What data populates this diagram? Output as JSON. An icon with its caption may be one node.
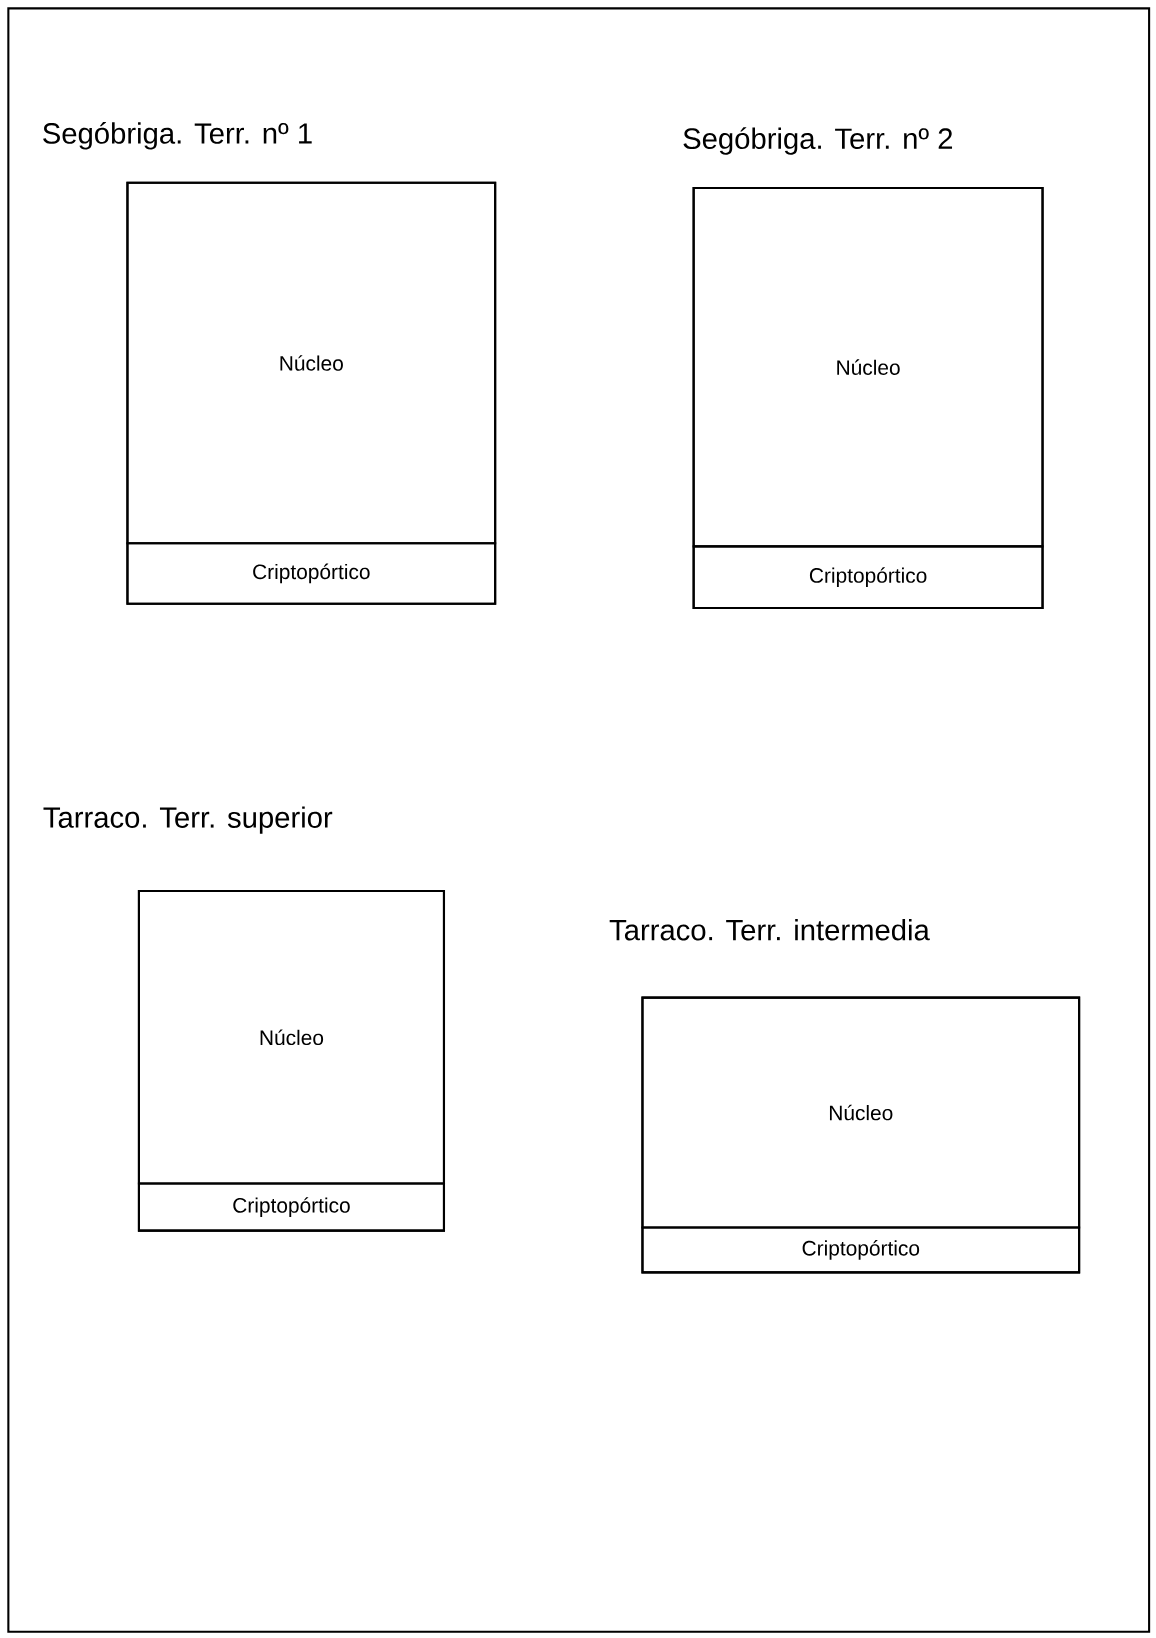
{
  "diagram": {
    "nodes": [
      {
        "text": [
          "Segóbriga. Terr. nº 1"
        ]
      },
      {
        "text": [
          "Núcleo"
        ],
        "in": 0
      },
      {
        "text": [
          "Criptopórtico"
        ],
        "in": 0
      },
      {
        "text": [
          "Segóbriga. Terr. nº 2"
        ]
      },
      {
        "text": [
          "Núcleo"
        ],
        "in": 3
      },
      {
        "text": [
          "Criptopórtico"
        ],
        "in": 3
      },
      {
        "text": [
          "Tarraco. Terr. superior"
        ]
      },
      {
        "text": [
          "Núcleo"
        ],
        "in": 6
      },
      {
        "text": [
          "Criptopórtico"
        ],
        "in": 6
      },
      {
        "text": [
          "Tarraco. Terr. intermedia"
        ]
      },
      {
        "text": [
          "Núcleo"
        ],
        "in": 9
      },
      {
        "text": [
          "Criptopórtico"
        ],
        "in": 9
      }
    ]
  }
}
